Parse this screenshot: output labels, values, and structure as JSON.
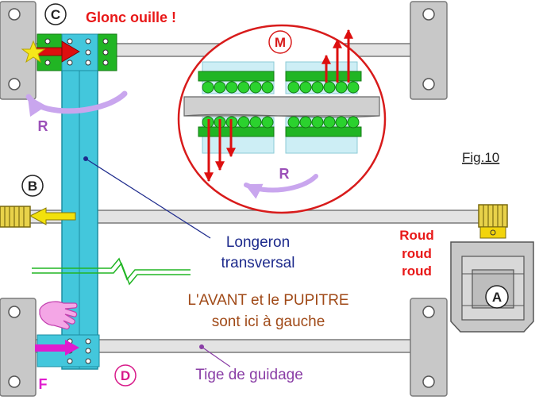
{
  "labels": {
    "C": "C",
    "M": "M",
    "B": "B",
    "A": "A",
    "D": "D",
    "F": "F",
    "R_left": "R",
    "R_inset": "R",
    "fig": "Fig.10",
    "gloncouille": "Glonc ouille !",
    "roud1": "Roud",
    "roud2": "roud",
    "roud3": "roud",
    "longeron1": "Longeron",
    "longeron2": "transversal",
    "avant1": "L'AVANT et le PUPITRE",
    "avant2": "sont ici à gauche",
    "tige": "Tige de guidage"
  },
  "colors": {
    "rail_fill": "#e3e3e3",
    "rail_stroke": "#7a7a7a",
    "bracket_fill": "#c8c8c8",
    "longeron_fill": "#43c7dc",
    "longeron_stroke": "#1c8ea2",
    "green_plate": "#21b524",
    "bearing_green": "#2bd22e",
    "circle_red": "#d81b1b",
    "arrow_red": "#dd0f0f",
    "arrow_yellow": "#f2e10c",
    "arrow_magenta": "#e01ccf",
    "arc_purple": "#c9a6ee",
    "label_purple": "#9b50b8",
    "text_navy": "#1d2a8c",
    "text_brown": "#a04a18",
    "text_red": "#e81818",
    "text_purple_dark": "#8a3ea6"
  },
  "icons": {
    "star": "star-icon",
    "hand": "hand-icon",
    "pulley": "pulley-icon",
    "motor": "motor-icon"
  }
}
